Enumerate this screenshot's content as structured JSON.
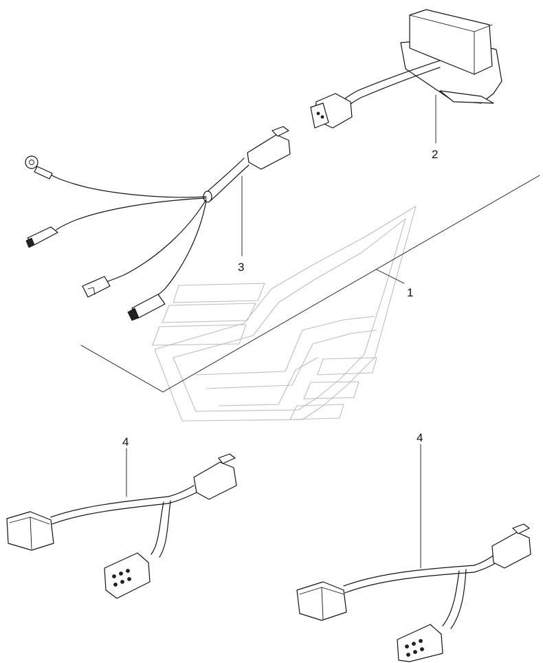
{
  "callouts": [
    {
      "id": "c1",
      "label": "1"
    },
    {
      "id": "c2",
      "label": "2"
    },
    {
      "id": "c3",
      "label": "3"
    },
    {
      "id": "c4a",
      "label": "4"
    },
    {
      "id": "c4b",
      "label": "4"
    }
  ]
}
